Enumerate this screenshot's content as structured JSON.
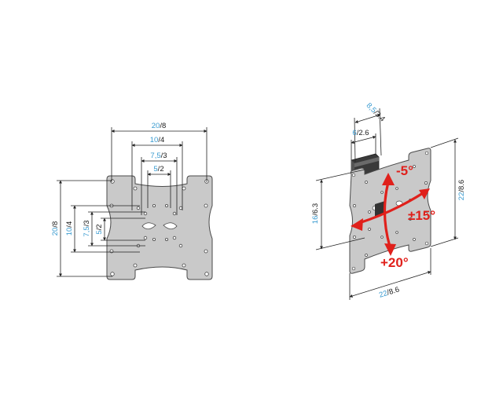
{
  "colors": {
    "metric": "#3a9bd0",
    "imperial": "#1a1a1a",
    "plate": "#c9c9c9",
    "plate_stroke": "#4a4a4a",
    "arrow": "#e0201b",
    "line": "#222222"
  },
  "left_plate": {
    "dim_20_8": {
      "cm": "20",
      "in": "8"
    },
    "dim_10_4": {
      "cm": "10",
      "in": "4"
    },
    "dim_7_5_3": {
      "cm": "7,5",
      "in": "3"
    },
    "dim_5_2": {
      "cm": "5",
      "in": "2"
    },
    "vdim_20_8": {
      "cm": "20",
      "in": "8"
    },
    "vdim_10_4": {
      "cm": "10",
      "in": "4"
    },
    "vdim_7_5_3": {
      "cm": "7,5",
      "in": "3"
    },
    "vdim_5_2": {
      "cm": "5",
      "in": "2"
    }
  },
  "right_mount": {
    "depth_8_5": {
      "cm": "8,5",
      "in": "3.4"
    },
    "depth_6": {
      "cm": "6",
      "in": "2.6"
    },
    "height_16": {
      "cm": "16",
      "in": "6.3"
    },
    "height_22": {
      "cm": "22",
      "in": "8.6"
    },
    "width_22": {
      "cm": "22",
      "in": "8.6"
    },
    "tilt_up": "-5°",
    "swivel": "±15°",
    "tilt_down": "+20°"
  }
}
